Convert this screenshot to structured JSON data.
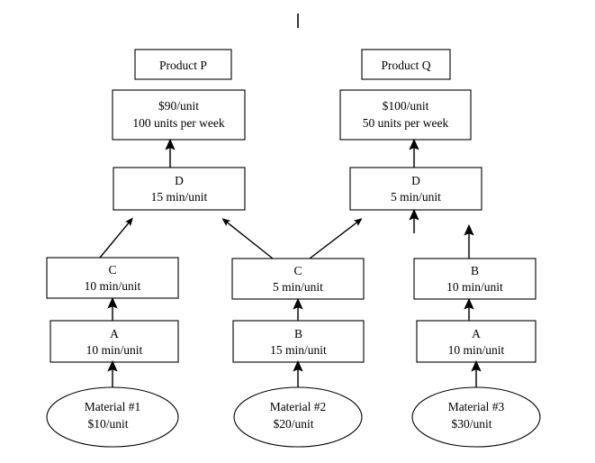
{
  "diagram": {
    "title_tick": "|",
    "products": [
      {
        "id": "product-p",
        "label": "Product P",
        "price": "$90/unit",
        "demand": "100 units per week"
      },
      {
        "id": "product-q",
        "label": "Product Q",
        "price": "$100/unit",
        "demand": "50 units per week"
      }
    ],
    "operations": [
      {
        "id": "op-d-left",
        "resource": "D",
        "time": "15 min/unit"
      },
      {
        "id": "op-d-right",
        "resource": "D",
        "time": "5 min/unit"
      },
      {
        "id": "op-c-left",
        "resource": "C",
        "time": "10 min/unit"
      },
      {
        "id": "op-c-middle",
        "resource": "C",
        "time": "5 min/unit"
      },
      {
        "id": "op-b-right",
        "resource": "B",
        "time": "10 min/unit"
      },
      {
        "id": "op-a-left",
        "resource": "A",
        "time": "10 min/unit"
      },
      {
        "id": "op-b-middle",
        "resource": "B",
        "time": "15 min/unit"
      },
      {
        "id": "op-a-right",
        "resource": "A",
        "time": "10 min/unit"
      }
    ],
    "materials": [
      {
        "id": "material-1",
        "label": "Material #1",
        "cost": "$10/unit"
      },
      {
        "id": "material-2",
        "label": "Material #2",
        "cost": "$20/unit"
      },
      {
        "id": "material-3",
        "label": "Material #3",
        "cost": "$30/unit"
      }
    ],
    "colors": {
      "stroke": "#000000",
      "arrow": "#4a4a4a",
      "background": "#ffffff"
    }
  }
}
